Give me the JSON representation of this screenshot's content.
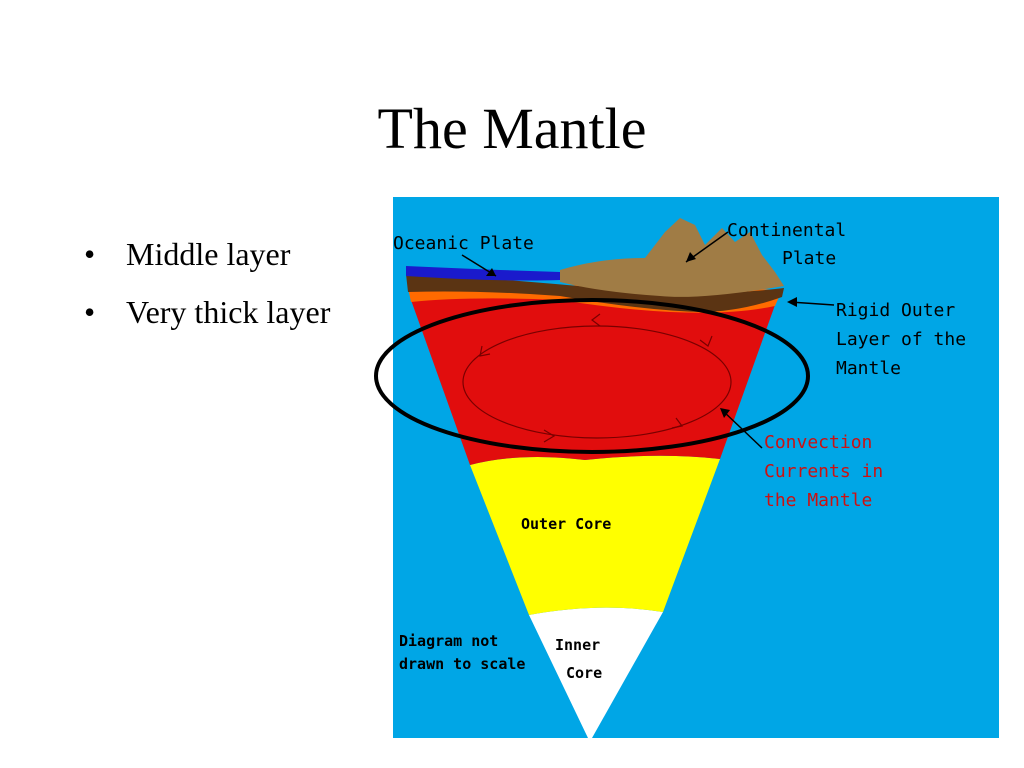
{
  "slide": {
    "title": "The Mantle",
    "bullets": [
      "Middle layer",
      "Very thick layer"
    ]
  },
  "diagram": {
    "labels": {
      "oceanic_plate": "Oceanic Plate",
      "continental_line1": "Continental",
      "continental_line2": "Plate",
      "rigid_line1": "Rigid Outer",
      "rigid_line2": "Layer of the",
      "rigid_line3": "Mantle",
      "convection_line1": "Convection",
      "convection_line2": "Currents in",
      "convection_line3": "the Mantle",
      "outer_core": "Outer Core",
      "inner_core_line1": "Inner",
      "inner_core_line2": "Core",
      "scale_line1": "Diagram not",
      "scale_line2": "drawn to scale"
    },
    "colors": {
      "sky": "#00a6e6",
      "mantle": "#e10d0d",
      "rigid_layer": "#ff6a00",
      "crust": "#5b3413",
      "continent": "#a07c45",
      "ocean": "#1a1acc",
      "outer_core": "#ffff00",
      "inner_core": "#ffffff",
      "convection_text": "#cc1111",
      "highlight_ring": "#000000"
    }
  }
}
